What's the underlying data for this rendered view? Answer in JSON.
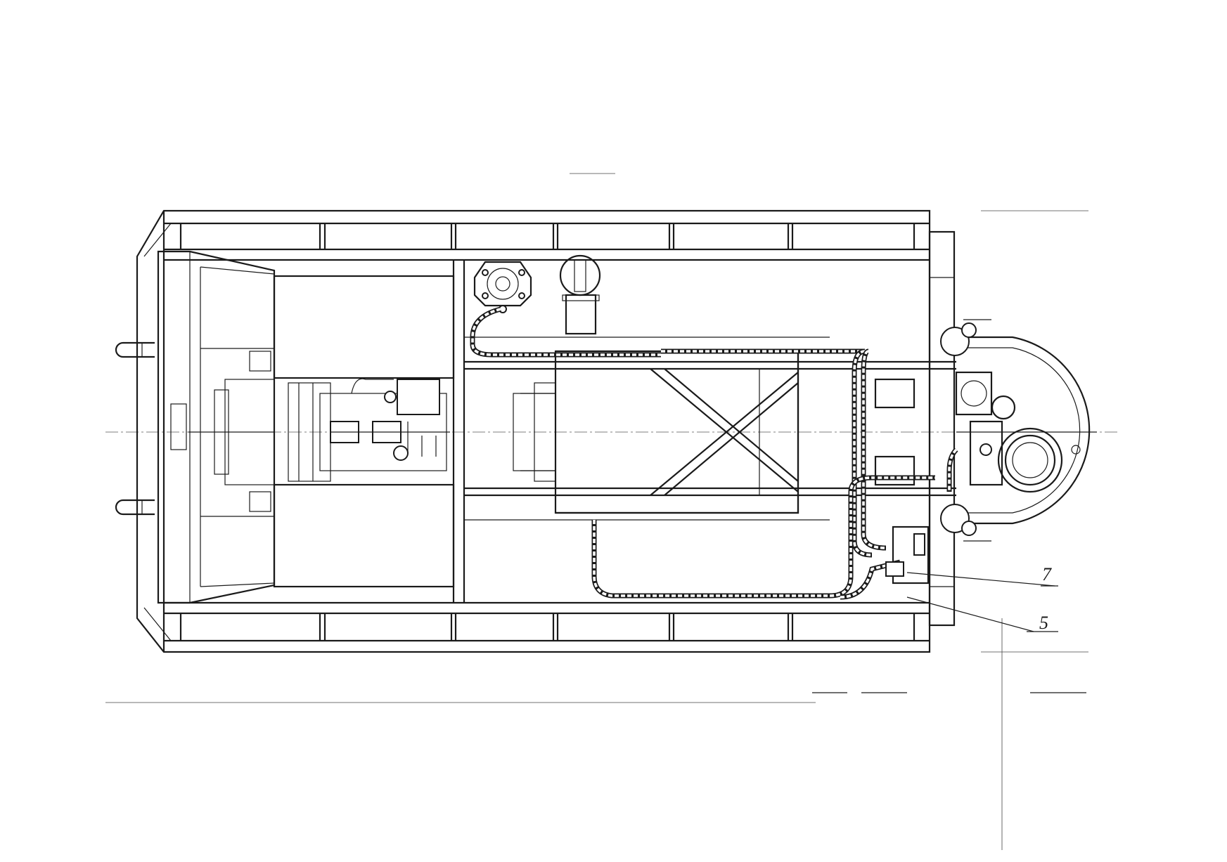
{
  "drawing": {
    "callouts": [
      {
        "id": "7",
        "label": "7"
      },
      {
        "id": "5",
        "label": "5"
      }
    ]
  },
  "colors": {
    "paper": "#ffffff",
    "ink": "#1a1a1a"
  }
}
